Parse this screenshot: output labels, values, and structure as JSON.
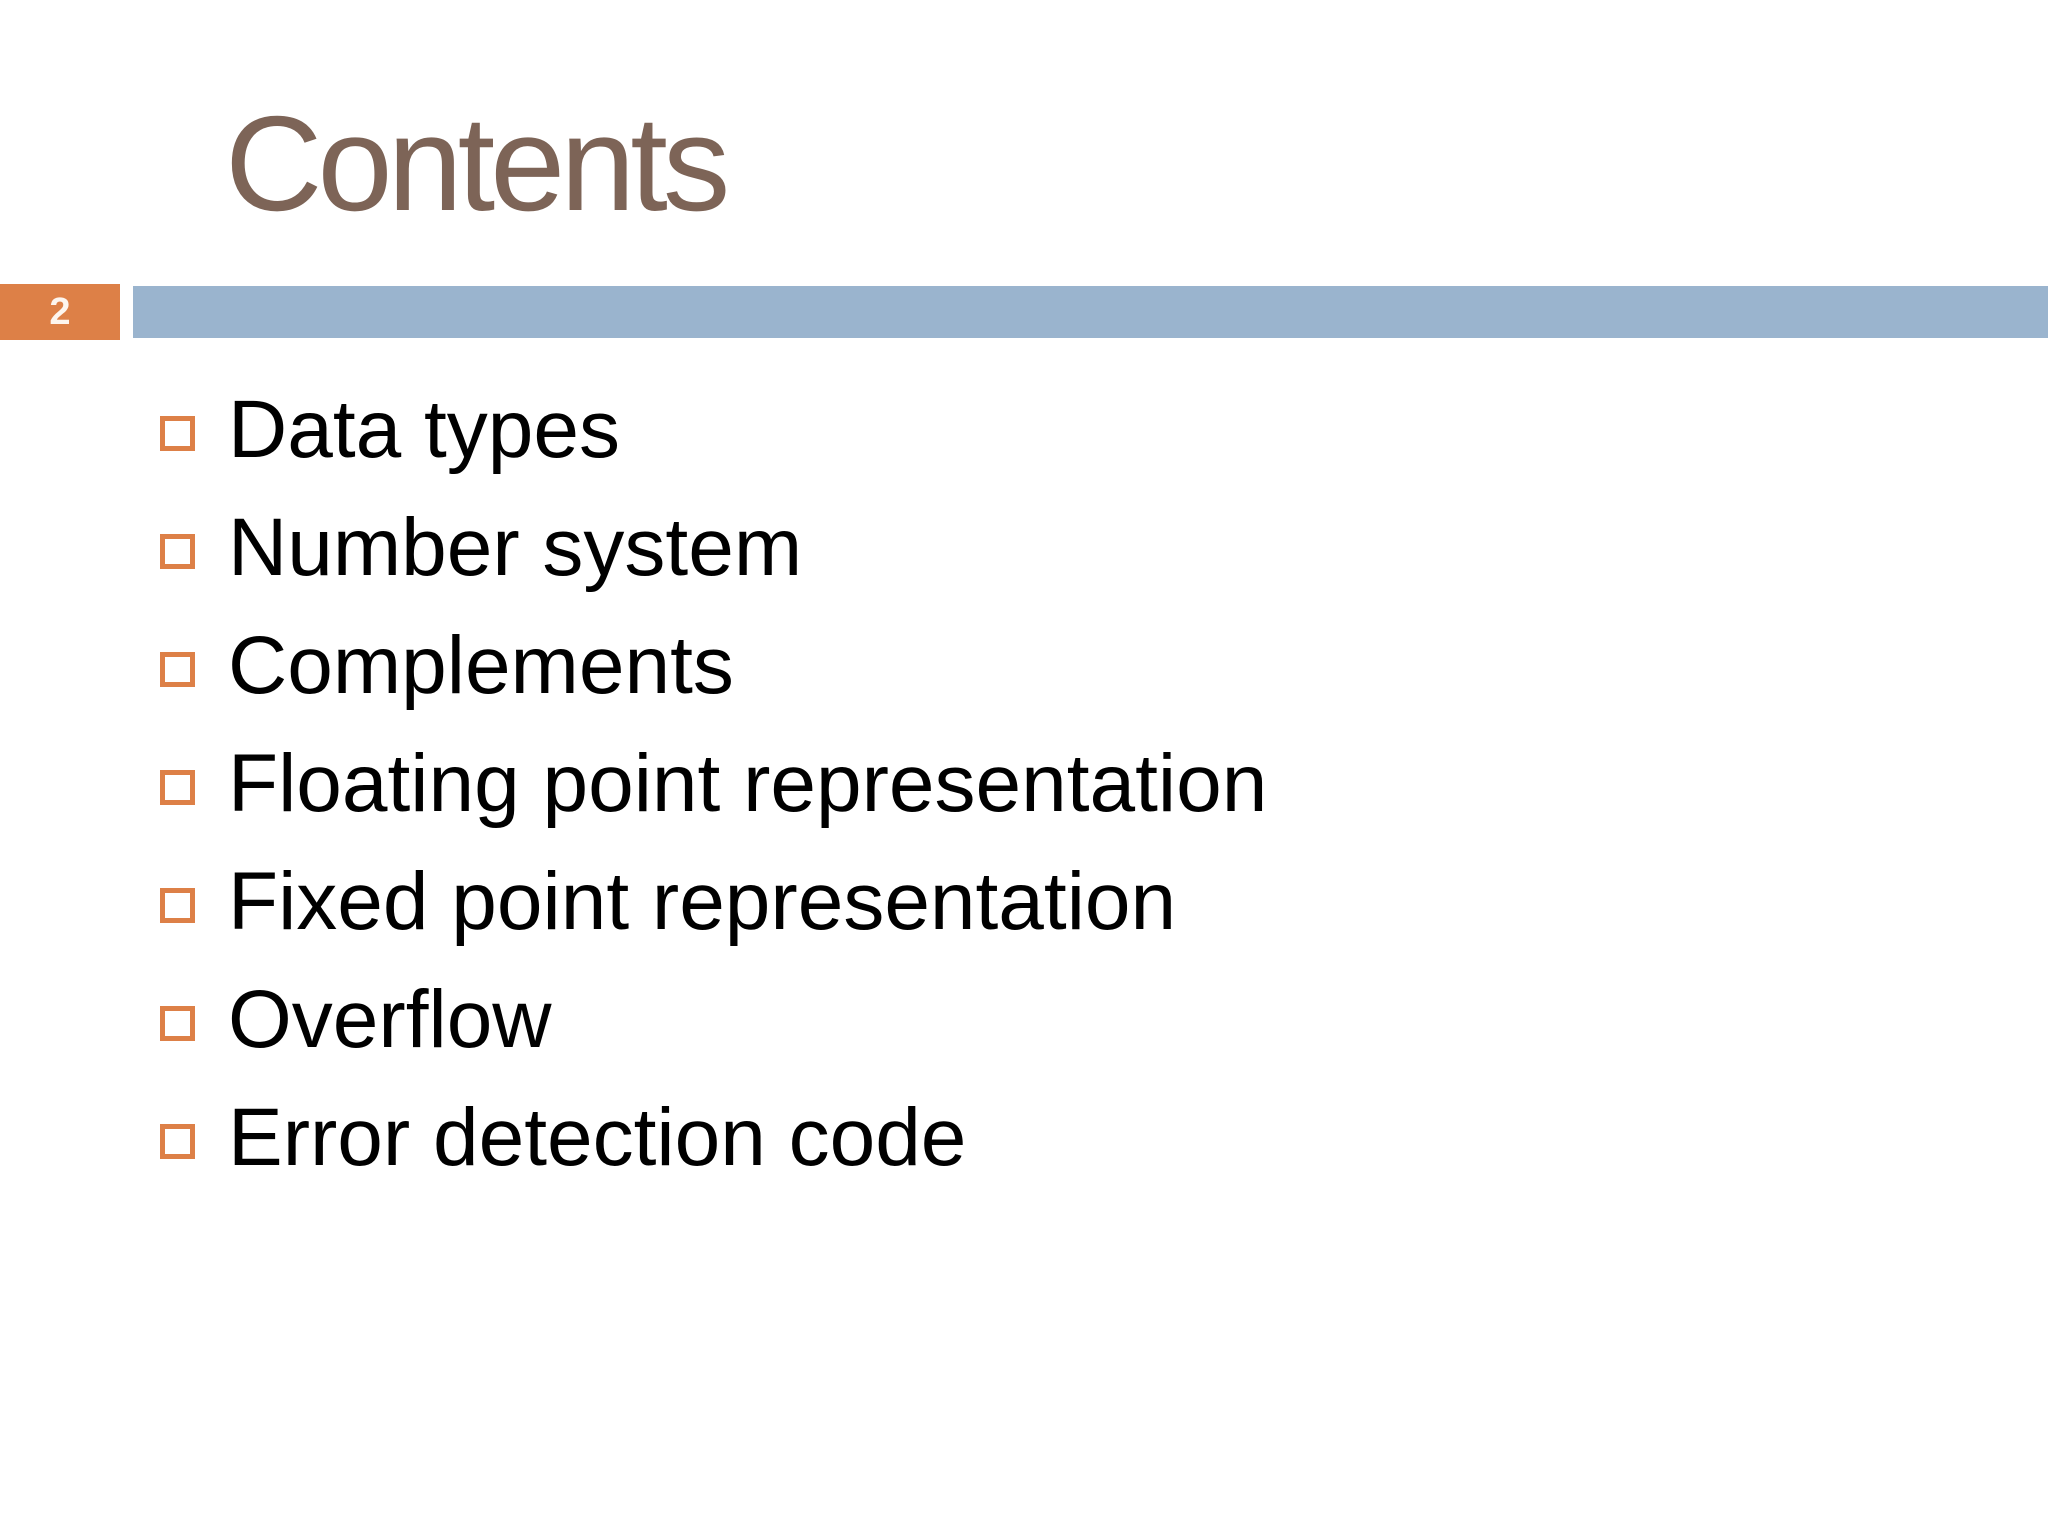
{
  "slide": {
    "title": "Contents",
    "page_number": "2",
    "items": [
      "Data types",
      "Number system",
      "Complements",
      "Floating point representation",
      "Fixed point representation",
      "Overflow",
      "Error detection code"
    ],
    "colors": {
      "accent_orange": "#DD8047",
      "accent_blue": "#9AB4CE",
      "title_color": "#7D6457",
      "body_text": "#000000",
      "page_number_color": "#FDF5EE"
    }
  }
}
